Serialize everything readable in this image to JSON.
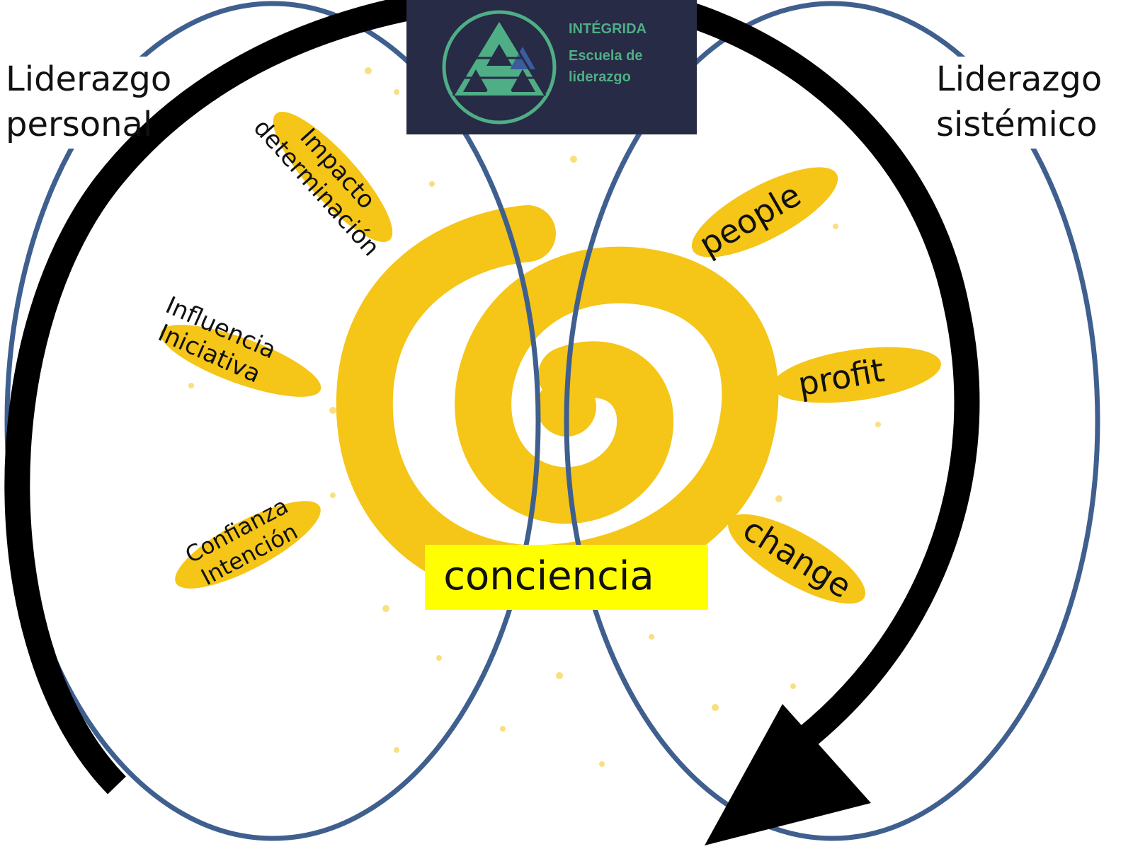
{
  "title_left": {
    "line1": "Liderazgo",
    "line2": "personal"
  },
  "title_right": {
    "line1": "Liderazgo",
    "line2": "sistémico"
  },
  "logo": {
    "brand": "INTÉGRIDA",
    "subtitle_line1": "Escuela de",
    "subtitle_line2": "liderazgo"
  },
  "center_label": "conciencia",
  "left_rays": [
    {
      "line1": "Impacto",
      "line2": "determinación"
    },
    {
      "line1": "Influencia",
      "line2": "Iniciativa"
    },
    {
      "line1": "Confianza",
      "line2": "Intención"
    }
  ],
  "right_rays": [
    {
      "label": "people"
    },
    {
      "label": "profit"
    },
    {
      "label": "change"
    }
  ],
  "colors": {
    "sun_yellow": "#f5c518",
    "highlight_yellow": "#ffff00",
    "ellipse_blue": "#3f5f8f",
    "arrow_black": "#000000",
    "logo_bg": "#272b45",
    "logo_green": "#4fae86",
    "logo_blue": "#3b5c9e"
  }
}
